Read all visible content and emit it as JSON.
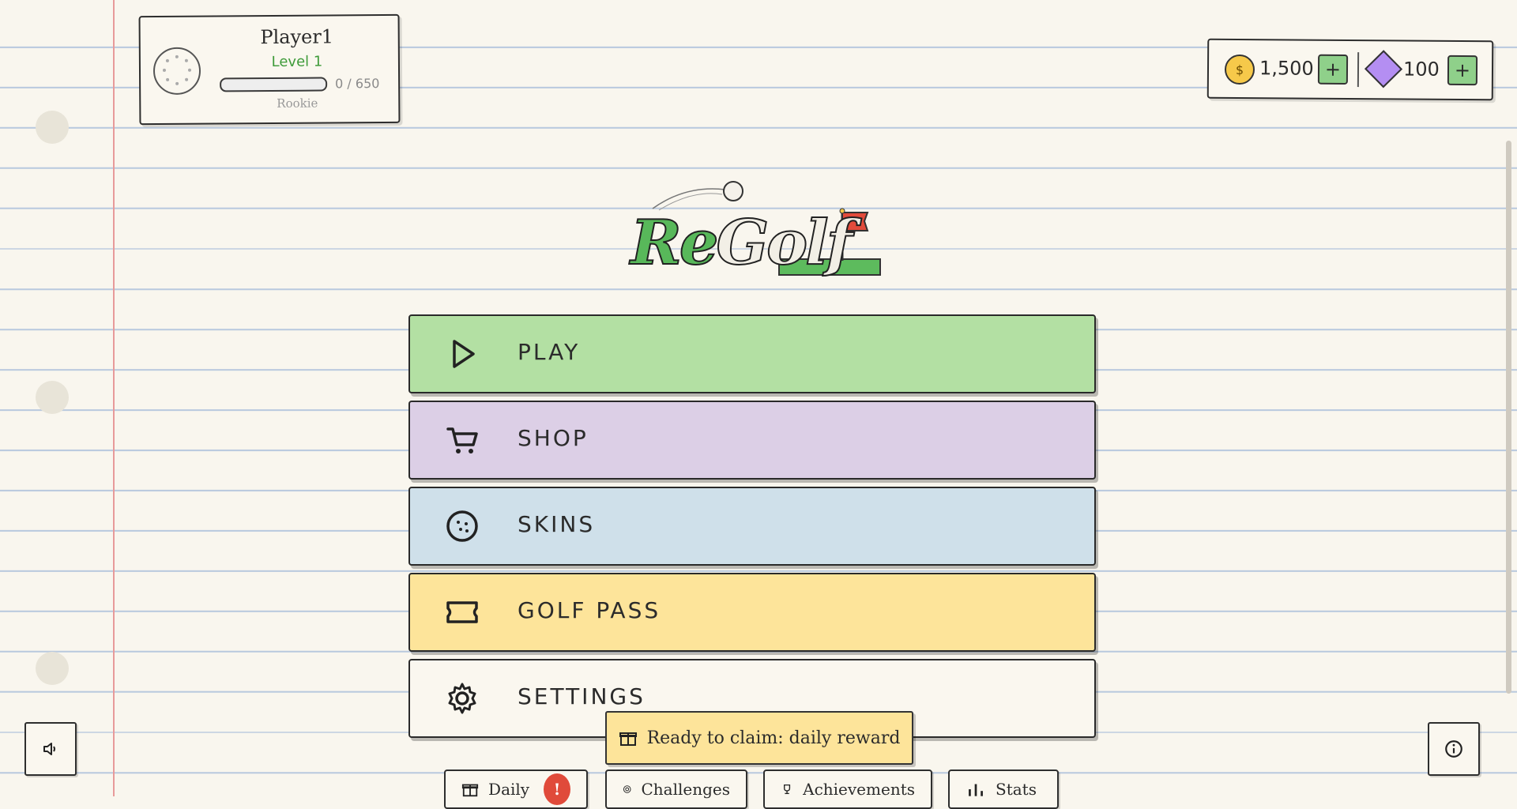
{
  "profile": {
    "name": "Player1",
    "level": "Level 1",
    "xp_text": "0 / 650",
    "xp_progress": 0,
    "rank": "Rookie"
  },
  "currency": {
    "coin_symbol": "$",
    "coins": "1,500",
    "gems": "100",
    "plus": "+"
  },
  "logo": {
    "part1": "Re",
    "part2": "Golf"
  },
  "menu": {
    "play": {
      "label": "PLAY",
      "color": "#b3e0a3",
      "icon": "play-icon"
    },
    "shop": {
      "label": "SHOP",
      "color": "#dccfe6",
      "icon": "cart-icon"
    },
    "skins": {
      "label": "SKINS",
      "color": "#cfe0ea",
      "icon": "golf-ball-icon"
    },
    "golf_pass": {
      "label": "GOLF PASS",
      "color": "#fde49a",
      "icon": "ticket-icon"
    },
    "settings": {
      "label": "SETTINGS",
      "color": "#faf7ef",
      "icon": "gear-icon"
    }
  },
  "toast": {
    "text": "Ready to claim: daily reward",
    "icon": "gift-icon"
  },
  "tabs": {
    "daily": {
      "label": "Daily",
      "badge": "!"
    },
    "challenges": {
      "label": "Challenges"
    },
    "achievements": {
      "label": "Achievements"
    },
    "stats": {
      "label": "Stats"
    }
  },
  "corner": {
    "sound_icon": "speaker-icon",
    "info_icon": "info-icon"
  }
}
